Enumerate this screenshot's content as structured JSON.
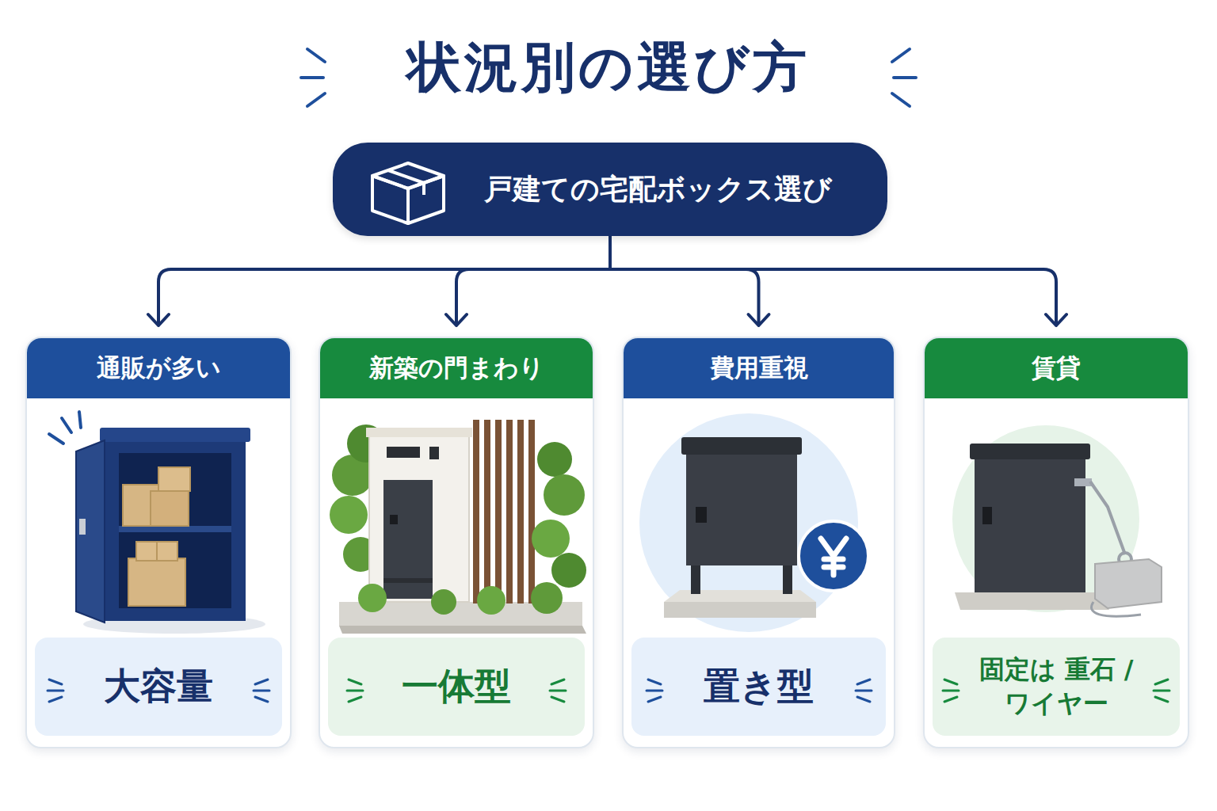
{
  "diagram": {
    "title": "状況別の選び方",
    "nodes": [
      {
        "text": [
          "戸建ての宅配ボックス選び"
        ]
      },
      {
        "text": [
          "通販が多い",
          "大容量"
        ]
      },
      {
        "text": [
          "新築の門まわり",
          "一体型"
        ]
      },
      {
        "text": [
          "費用重視",
          "置き型"
        ]
      },
      {
        "text": [
          "賃貸",
          "固定は 重石 / ワイヤー"
        ]
      }
    ],
    "edges": [
      {
        "from": 0,
        "to": 1,
        "arrow": "to"
      },
      {
        "from": 0,
        "to": 2,
        "arrow": "to"
      },
      {
        "from": 0,
        "to": 3,
        "arrow": "to"
      },
      {
        "from": 0,
        "to": 4,
        "arrow": "to"
      }
    ]
  }
}
